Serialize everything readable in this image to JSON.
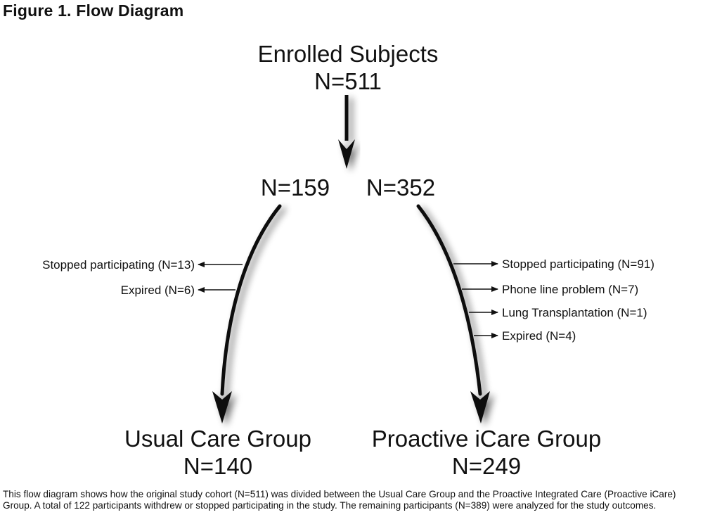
{
  "figure": {
    "title": "Figure 1. Flow Diagram"
  },
  "enrolled": {
    "label": "Enrolled Subjects",
    "count": "N=511"
  },
  "split": {
    "left": "N=159",
    "right": "N=352"
  },
  "left_exits": [
    "Stopped participating (N=13)",
    "Expired (N=6)"
  ],
  "right_exits": [
    "Stopped participating (N=91)",
    "Phone line problem (N=7)",
    "Lung Transplantation (N=1)",
    "Expired (N=4)"
  ],
  "groups": {
    "usual": {
      "label": "Usual Care Group",
      "count": "N=140"
    },
    "proactive": {
      "label": "Proactive iCare Group",
      "count": "N=249"
    }
  },
  "caption": "This flow diagram shows how the original study cohort (N=511) was divided between the Usual Care Group and the Proactive Integrated Care (Proactive iCare) Group. A total of 122 participants withdrew or stopped participating in the study. The remaining participants (N=389) were analyzed for the study outcomes."
}
